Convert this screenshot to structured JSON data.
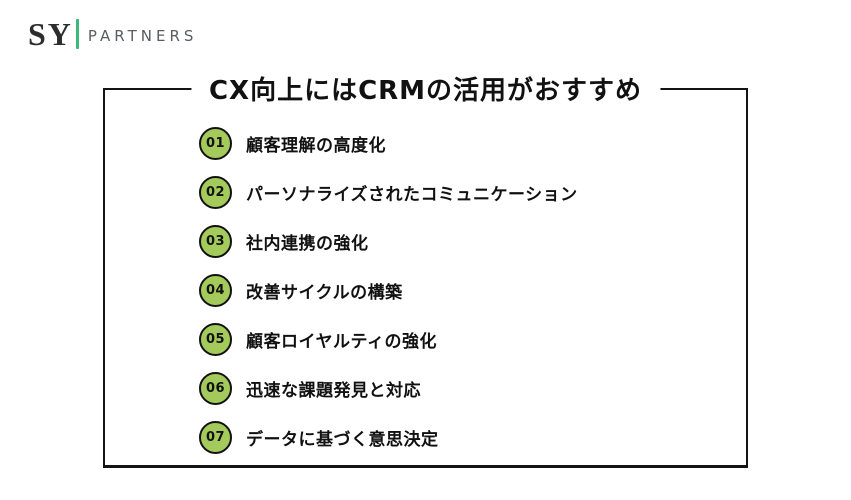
{
  "logo": {
    "wordmark": "SY",
    "suffix": "PARTNERS"
  },
  "colors": {
    "logo_green": "#3cb878",
    "badge_green": "#a5ca5c",
    "border_black": "#141414",
    "text_dark": "#111111",
    "logo_gray": "#595d60"
  },
  "panel": {
    "title": "CX向上にはCRMの活用がおすすめ",
    "items": [
      {
        "number": "01",
        "label": "顧客理解の高度化"
      },
      {
        "number": "02",
        "label": "パーソナライズされたコミュニケーション"
      },
      {
        "number": "03",
        "label": "社内連携の強化"
      },
      {
        "number": "04",
        "label": "改善サイクルの構築"
      },
      {
        "number": "05",
        "label": "顧客ロイヤルティの強化"
      },
      {
        "number": "06",
        "label": "迅速な課題発見と対応"
      },
      {
        "number": "07",
        "label": "データに基づく意思決定"
      }
    ]
  }
}
